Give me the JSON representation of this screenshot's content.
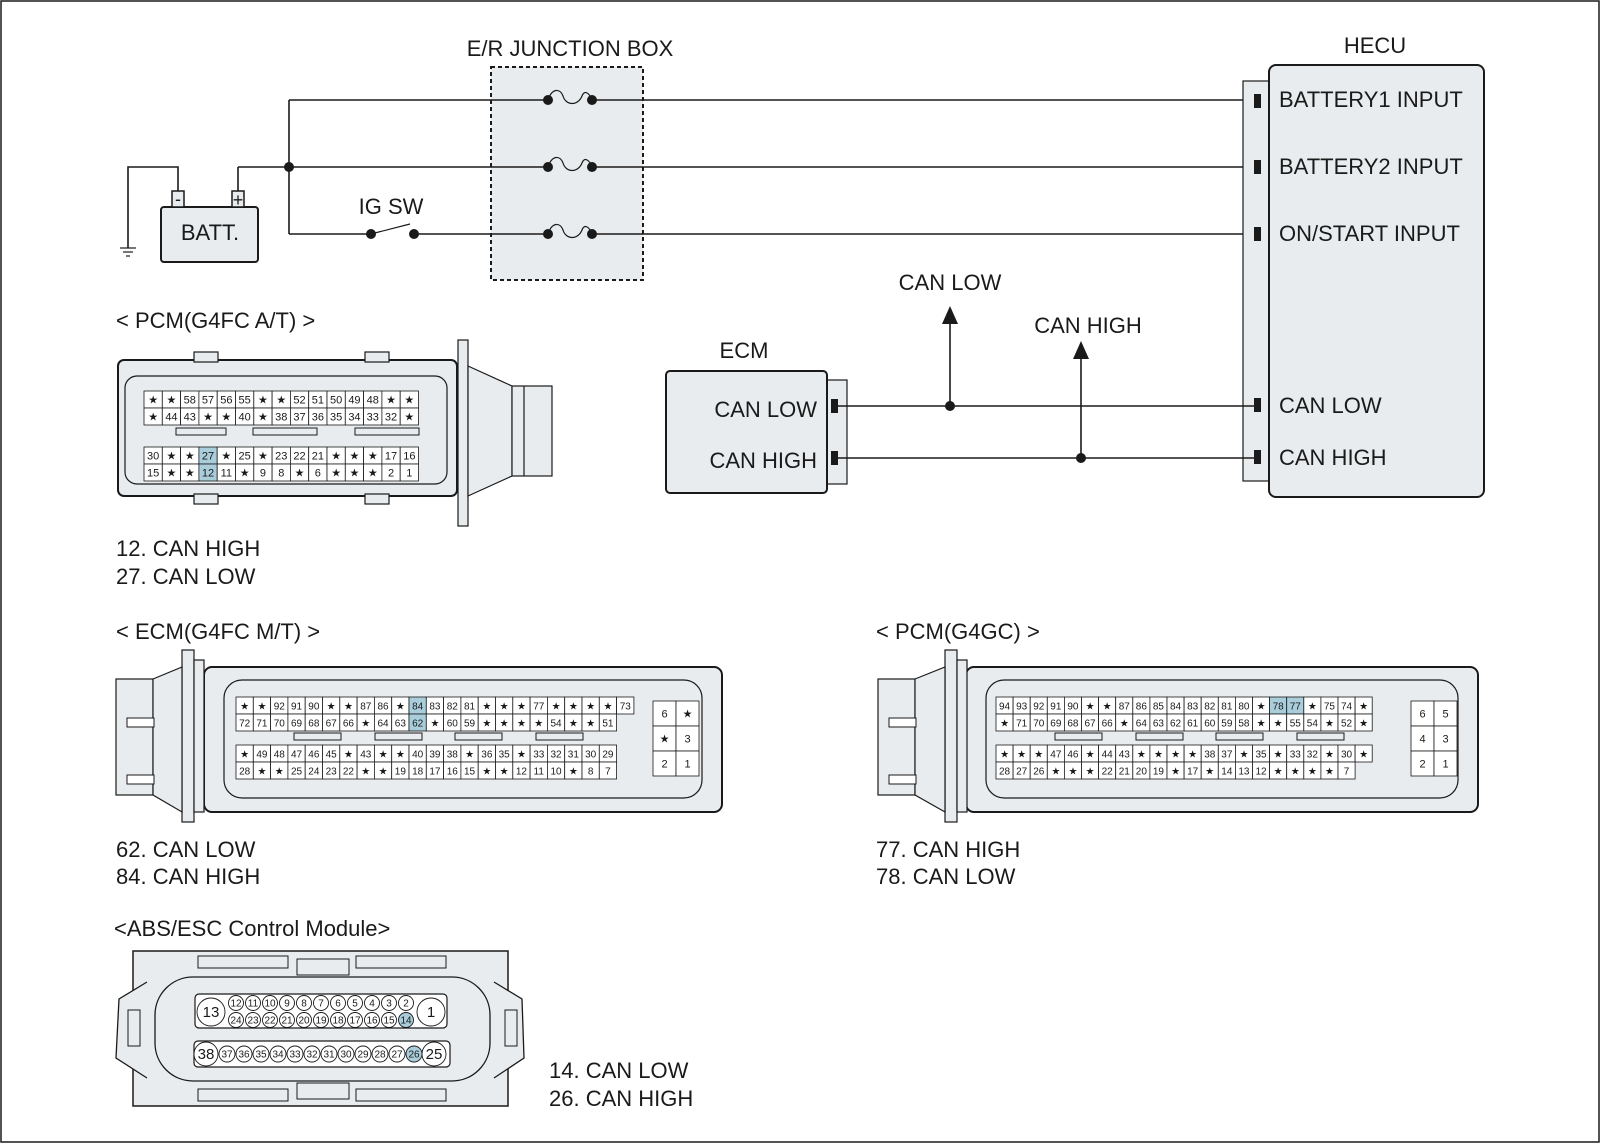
{
  "colors": {
    "body": "#e8ecee",
    "highlight": "#a9cddb",
    "line": "#1a1a1a",
    "bg": "#ffffff"
  },
  "labels": {
    "junction": "E/R JUNCTION BOX",
    "hecu": "HECU",
    "batt": "BATT.",
    "minus": "-",
    "plus": "+",
    "igsw": "IG SW",
    "ecm": "ECM",
    "ecm_can_low": "CAN LOW",
    "ecm_can_high": "CAN HIGH",
    "arrow_can_low": "CAN LOW",
    "arrow_can_high": "CAN HIGH",
    "hecu_batt1": "BATTERY1 INPUT",
    "hecu_batt2": "BATTERY2 INPUT",
    "hecu_onstart": "ON/START INPUT",
    "hecu_can_low": "CAN LOW",
    "hecu_can_high": "CAN HIGH"
  },
  "pcm_at": {
    "title": "< PCM(G4FC A/T) >",
    "rows": [
      [
        "★",
        "★",
        "58",
        "57",
        "56",
        "55",
        "★",
        "★",
        "52",
        "51",
        "50",
        "49",
        "48",
        "★",
        "★"
      ],
      [
        "★",
        "44",
        "43",
        "★",
        "★",
        "40",
        "★",
        "38",
        "37",
        "36",
        "35",
        "34",
        "33",
        "32",
        "★"
      ],
      [
        "30",
        "★",
        "★",
        "27",
        "★",
        "25",
        "★",
        "23",
        "22",
        "21",
        "★",
        "★",
        "★",
        "17",
        "16"
      ],
      [
        "15",
        "★",
        "★",
        "12",
        "11",
        "★",
        "9",
        "8",
        "★",
        "6",
        "★",
        "★",
        "★",
        "2",
        "1"
      ]
    ],
    "highlight": [
      "27",
      "12"
    ],
    "notes": [
      "12. CAN HIGH",
      "27. CAN LOW"
    ]
  },
  "ecm_mt": {
    "title": "< ECM(G4FC M/T) >",
    "rows": [
      [
        "★",
        "★",
        "92",
        "91",
        "90",
        "★",
        "★",
        "87",
        "86",
        "★",
        "84",
        "83",
        "82",
        "81",
        "★",
        "★",
        "★",
        "77",
        "★",
        "★",
        "★",
        "★",
        "73"
      ],
      [
        "72",
        "71",
        "70",
        "69",
        "68",
        "67",
        "66",
        "★",
        "64",
        "63",
        "62",
        "★",
        "60",
        "59",
        "★",
        "★",
        "★",
        "★",
        "54",
        "★",
        "★",
        "51"
      ],
      [
        "★",
        "49",
        "48",
        "47",
        "46",
        "45",
        "★",
        "43",
        "★",
        "★",
        "40",
        "39",
        "38",
        "★",
        "36",
        "35",
        "★",
        "33",
        "32",
        "31",
        "30",
        "29"
      ],
      [
        "28",
        "★",
        "★",
        "25",
        "24",
        "23",
        "22",
        "★",
        "★",
        "19",
        "18",
        "17",
        "16",
        "15",
        "★",
        "★",
        "12",
        "11",
        "10",
        "★",
        "8",
        "7"
      ]
    ],
    "side": [
      "6",
      "★",
      "★",
      "3",
      "2",
      "1"
    ],
    "highlight": [
      "84",
      "62"
    ],
    "notes": [
      "62. CAN LOW",
      "84. CAN HIGH"
    ]
  },
  "pcm_g4gc": {
    "title": "< PCM(G4GC) >",
    "rows": [
      [
        "94",
        "93",
        "92",
        "91",
        "90",
        "★",
        "★",
        "87",
        "86",
        "85",
        "84",
        "83",
        "82",
        "81",
        "80",
        "★",
        "78",
        "77",
        "★",
        "75",
        "74",
        "★"
      ],
      [
        "★",
        "71",
        "70",
        "69",
        "68",
        "67",
        "66",
        "★",
        "64",
        "63",
        "62",
        "61",
        "60",
        "59",
        "58",
        "★",
        "★",
        "55",
        "54",
        "★",
        "52",
        "★"
      ],
      [
        "★",
        "★",
        "★",
        "47",
        "46",
        "★",
        "44",
        "43",
        "★",
        "★",
        "★",
        "★",
        "38",
        "37",
        "★",
        "35",
        "★",
        "33",
        "32",
        "★",
        "30",
        "★"
      ],
      [
        "28",
        "27",
        "26",
        "★",
        "★",
        "★",
        "22",
        "21",
        "20",
        "19",
        "★",
        "17",
        "★",
        "14",
        "13",
        "12",
        "★",
        "★",
        "★",
        "★",
        "7"
      ]
    ],
    "side": [
      "6",
      "5",
      "4",
      "3",
      "2",
      "1"
    ],
    "highlight": [
      "78",
      "77"
    ],
    "notes": [
      "77. CAN HIGH",
      "78. CAN LOW"
    ]
  },
  "abs": {
    "title": "<ABS/ESC Control Module>",
    "big_pins": [
      "13",
      "1",
      "38",
      "25"
    ],
    "row1": [
      "12",
      "11",
      "10",
      "9",
      "8",
      "7",
      "6",
      "5",
      "4",
      "3",
      "2"
    ],
    "row2": [
      "24",
      "23",
      "22",
      "21",
      "20",
      "19",
      "18",
      "17",
      "16",
      "15",
      "14"
    ],
    "row3": [
      "37",
      "36",
      "35",
      "34",
      "33",
      "32",
      "31",
      "30",
      "29",
      "28",
      "27",
      "26"
    ],
    "highlight": [
      "14",
      "26"
    ],
    "notes": [
      "14. CAN LOW",
      "26. CAN HIGH"
    ]
  }
}
